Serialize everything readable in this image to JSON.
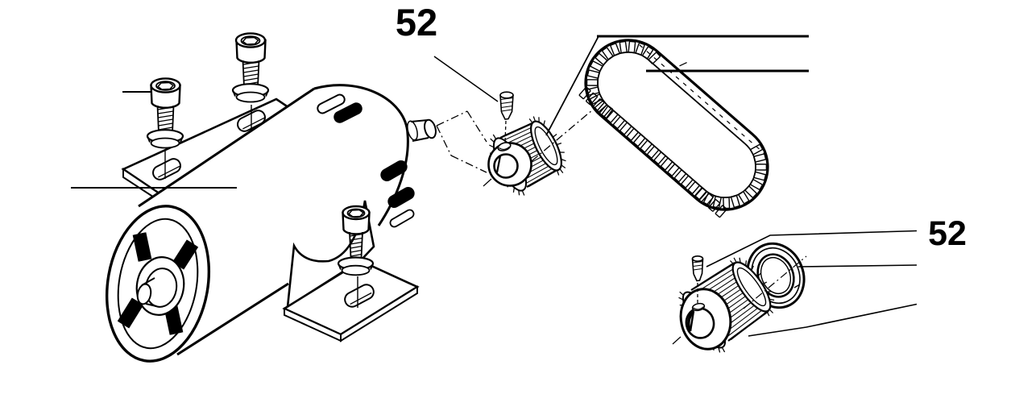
{
  "diagram": {
    "background_color": "#ffffff",
    "line_color": "#000000",
    "callouts": {
      "top": {
        "label": "52"
      },
      "bottom": {
        "label": "52"
      }
    },
    "parts": [
      {
        "name": "electric-motor"
      },
      {
        "name": "upper-mounting-bracket"
      },
      {
        "name": "lower-mounting-bracket"
      },
      {
        "name": "socket-head-cap-screws"
      },
      {
        "name": "set-screws"
      },
      {
        "name": "motor-timing-pulley"
      },
      {
        "name": "timing-belt"
      },
      {
        "name": "driven-timing-pulley"
      },
      {
        "name": "bearing-ring"
      }
    ]
  }
}
